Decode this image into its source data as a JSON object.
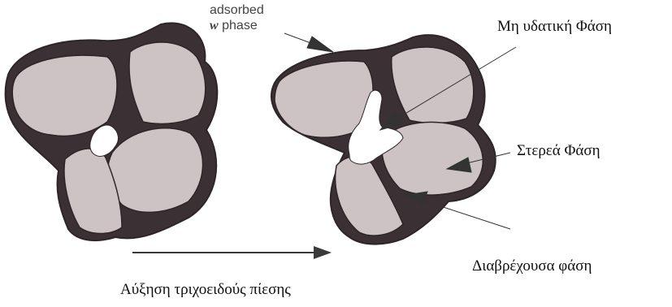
{
  "diagram": {
    "labels": {
      "adsorbed_line1": "adsorbed",
      "adsorbed_w": "w",
      "adsorbed_phase": "phase",
      "non_aqueous": "Μη υδατική Φάση",
      "solid": "Στερεά Φάση",
      "wetting": "Διαβρέχουσα φάση",
      "capillary": "Αύξηση τριχοειδούς πίεσης"
    },
    "colors": {
      "grain_fill": "#cdc3c5",
      "water_phase": "#3b3033",
      "outline": "#2e2528",
      "pore_white": "#ffffff",
      "arrow": "#3a3a3a"
    }
  }
}
